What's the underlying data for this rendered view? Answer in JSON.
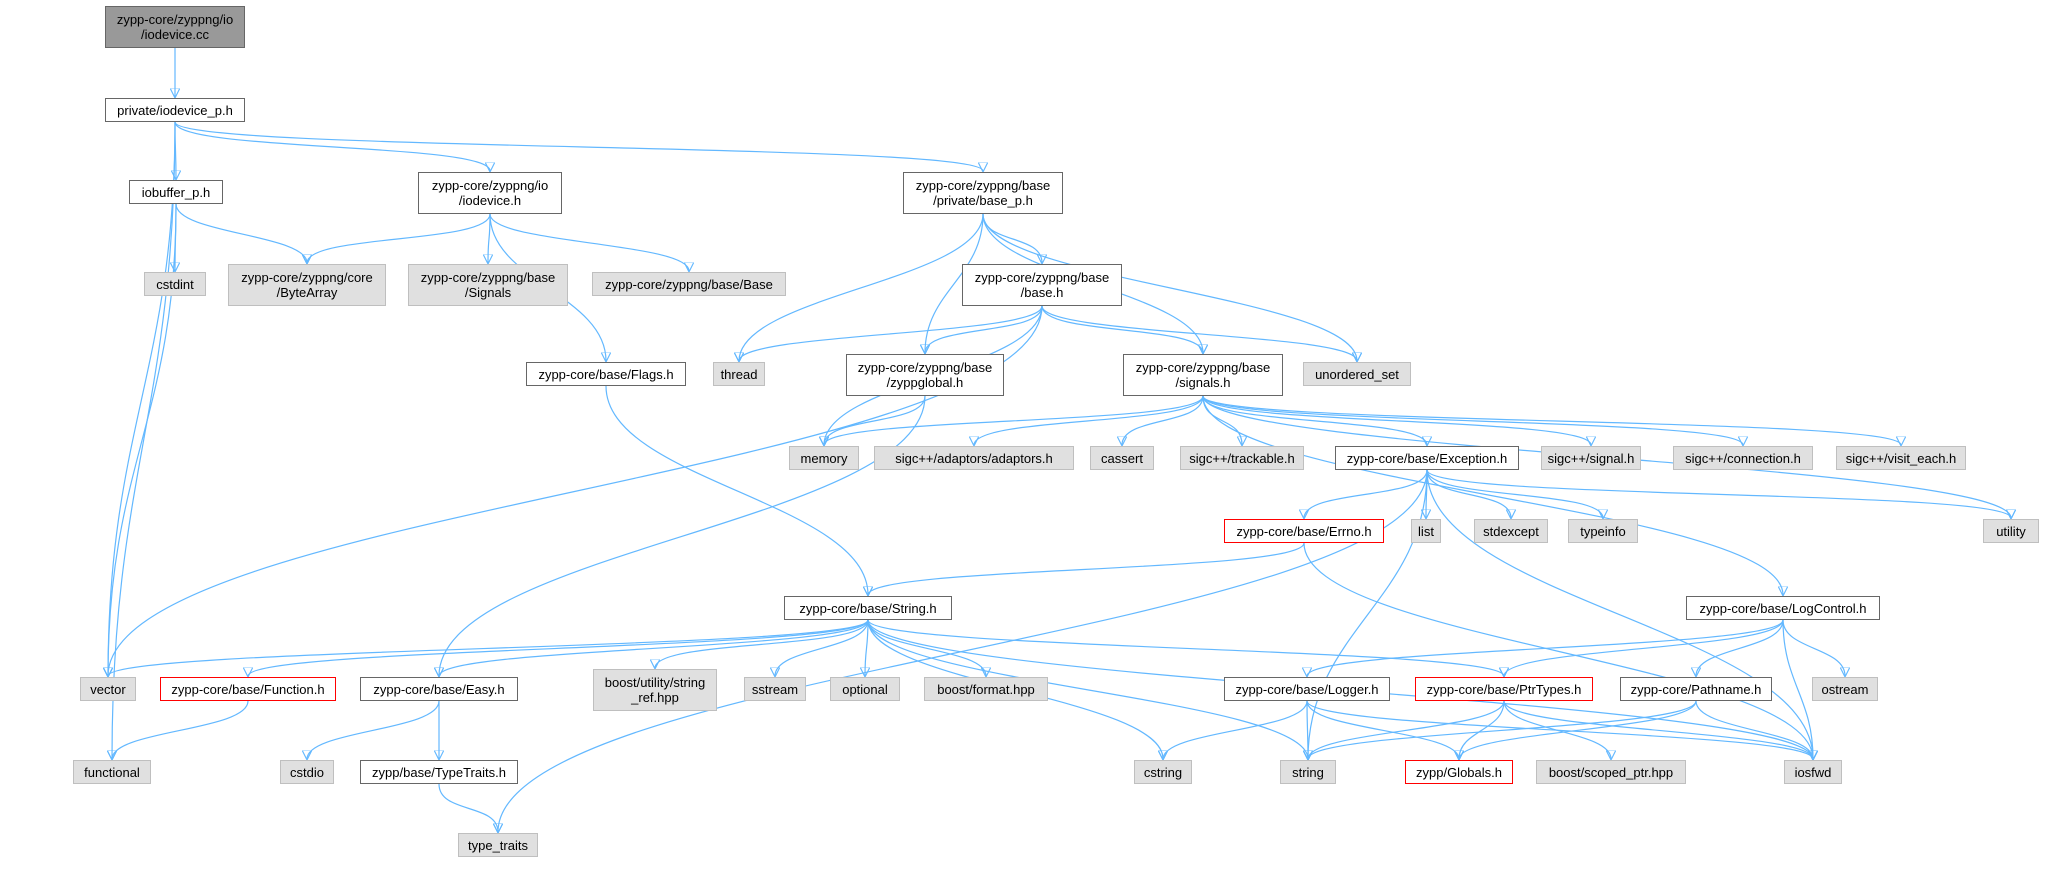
{
  "nodes": {
    "iodevice_cc": "zypp-core/zyppng/io\n/iodevice.cc",
    "iodevice_p": "private/iodevice_p.h",
    "iobuffer_p": "iobuffer_p.h",
    "iodevice_h": "zypp-core/zyppng/io\n/iodevice.h",
    "base_p": "zypp-core/zyppng/base\n/private/base_p.h",
    "cstdint": "cstdint",
    "bytearray": "zypp-core/zyppng/core\n/ByteArray",
    "signals_inc": "zypp-core/zyppng/base\n/Signals",
    "base_inc": "zypp-core/zyppng/base/Base",
    "base_h": "zypp-core/zyppng/base\n/base.h",
    "flags_h": "zypp-core/base/Flags.h",
    "thread": "thread",
    "zyppglobal_h": "zypp-core/zyppng/base\n/zyppglobal.h",
    "signals_h": "zypp-core/zyppng/base\n/signals.h",
    "unordered_set": "unordered_set",
    "memory": "memory",
    "adaptors": "sigc++/adaptors/adaptors.h",
    "cassert": "cassert",
    "trackable": "sigc++/trackable.h",
    "exception_h": "zypp-core/base/Exception.h",
    "sigsignal": "sigc++/signal.h",
    "connection": "sigc++/connection.h",
    "visit_each": "sigc++/visit_each.h",
    "errno_h": "zypp-core/base/Errno.h",
    "list": "list",
    "stdexcept": "stdexcept",
    "typeinfo": "typeinfo",
    "utility": "utility",
    "string_h": "zypp-core/base/String.h",
    "logcontrol_h": "zypp-core/base/LogControl.h",
    "vector": "vector",
    "function_h": "zypp-core/base/Function.h",
    "easy_h": "zypp-core/base/Easy.h",
    "string_ref": "boost/utility/string\n_ref.hpp",
    "sstream": "sstream",
    "optional": "optional",
    "format": "boost/format.hpp",
    "ptrtypes_h": "zypp-core/base/PtrTypes.h",
    "logger_h": "zypp-core/base/Logger.h",
    "pathname_h": "zypp-core/Pathname.h",
    "ostream": "ostream",
    "functional": "functional",
    "cstdio": "cstdio",
    "typetraits_h": "zypp/base/TypeTraits.h",
    "cstring": "cstring",
    "string": "string",
    "globals_h": "zypp/Globals.h",
    "scoped_ptr": "boost/scoped_ptr.hpp",
    "iosfwd": "iosfwd",
    "type_traits": "type_traits"
  },
  "edges": [
    [
      "iodevice_cc",
      "iodevice_p"
    ],
    [
      "iodevice_p",
      "iobuffer_p"
    ],
    [
      "iodevice_p",
      "iodevice_h"
    ],
    [
      "iodevice_p",
      "base_p"
    ],
    [
      "iodevice_p",
      "vector"
    ],
    [
      "iodevice_p",
      "functional"
    ],
    [
      "iobuffer_p",
      "cstdint"
    ],
    [
      "iobuffer_p",
      "bytearray"
    ],
    [
      "iobuffer_p",
      "vector"
    ],
    [
      "iodevice_h",
      "bytearray"
    ],
    [
      "iodevice_h",
      "signals_inc"
    ],
    [
      "iodevice_h",
      "base_inc"
    ],
    [
      "iodevice_h",
      "flags_h"
    ],
    [
      "base_p",
      "base_h"
    ],
    [
      "base_p",
      "zyppglobal_h"
    ],
    [
      "base_p",
      "signals_h"
    ],
    [
      "base_p",
      "thread"
    ],
    [
      "base_p",
      "unordered_set"
    ],
    [
      "base_h",
      "thread"
    ],
    [
      "base_h",
      "zyppglobal_h"
    ],
    [
      "base_h",
      "signals_h"
    ],
    [
      "base_h",
      "unordered_set"
    ],
    [
      "base_h",
      "memory"
    ],
    [
      "base_h",
      "vector"
    ],
    [
      "flags_h",
      "string_h"
    ],
    [
      "zyppglobal_h",
      "memory"
    ],
    [
      "zyppglobal_h",
      "easy_h"
    ],
    [
      "signals_h",
      "memory"
    ],
    [
      "signals_h",
      "adaptors"
    ],
    [
      "signals_h",
      "cassert"
    ],
    [
      "signals_h",
      "trackable"
    ],
    [
      "signals_h",
      "exception_h"
    ],
    [
      "signals_h",
      "sigsignal"
    ],
    [
      "signals_h",
      "connection"
    ],
    [
      "signals_h",
      "visit_each"
    ],
    [
      "signals_h",
      "utility"
    ],
    [
      "signals_h",
      "logcontrol_h"
    ],
    [
      "exception_h",
      "errno_h"
    ],
    [
      "exception_h",
      "list"
    ],
    [
      "exception_h",
      "stdexcept"
    ],
    [
      "exception_h",
      "typeinfo"
    ],
    [
      "exception_h",
      "utility"
    ],
    [
      "exception_h",
      "string"
    ],
    [
      "exception_h",
      "iosfwd"
    ],
    [
      "exception_h",
      "type_traits"
    ],
    [
      "errno_h",
      "string_h"
    ],
    [
      "errno_h",
      "iosfwd"
    ],
    [
      "string_h",
      "vector"
    ],
    [
      "string_h",
      "function_h"
    ],
    [
      "string_h",
      "easy_h"
    ],
    [
      "string_h",
      "string_ref"
    ],
    [
      "string_h",
      "sstream"
    ],
    [
      "string_h",
      "optional"
    ],
    [
      "string_h",
      "format"
    ],
    [
      "string_h",
      "ptrtypes_h"
    ],
    [
      "string_h",
      "cstring"
    ],
    [
      "string_h",
      "string"
    ],
    [
      "string_h",
      "iosfwd"
    ],
    [
      "logcontrol_h",
      "logger_h"
    ],
    [
      "logcontrol_h",
      "ptrtypes_h"
    ],
    [
      "logcontrol_h",
      "pathname_h"
    ],
    [
      "logcontrol_h",
      "ostream"
    ],
    [
      "logcontrol_h",
      "iosfwd"
    ],
    [
      "function_h",
      "functional"
    ],
    [
      "easy_h",
      "cstdio"
    ],
    [
      "easy_h",
      "typetraits_h"
    ],
    [
      "typetraits_h",
      "type_traits"
    ],
    [
      "logger_h",
      "cstring"
    ],
    [
      "logger_h",
      "string"
    ],
    [
      "logger_h",
      "globals_h"
    ],
    [
      "logger_h",
      "iosfwd"
    ],
    [
      "ptrtypes_h",
      "string"
    ],
    [
      "ptrtypes_h",
      "globals_h"
    ],
    [
      "ptrtypes_h",
      "scoped_ptr"
    ],
    [
      "ptrtypes_h",
      "iosfwd"
    ],
    [
      "pathname_h",
      "string"
    ],
    [
      "pathname_h",
      "globals_h"
    ],
    [
      "pathname_h",
      "iosfwd"
    ]
  ],
  "colors": {
    "edge": "#63b8ff",
    "external_fill": "#e0e0e0",
    "root_fill": "#999999",
    "missing_border": "#ff0000"
  }
}
